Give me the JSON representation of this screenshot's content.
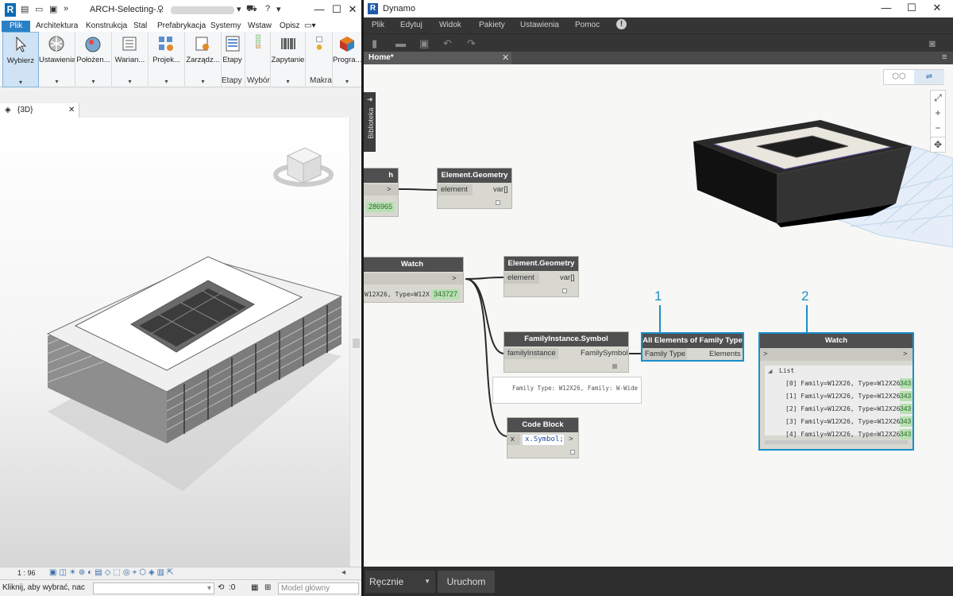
{
  "revit": {
    "title": "ARCH-Selecting-...",
    "menu": [
      "Plik",
      "Architektura",
      "Konstrukcja",
      "Stal",
      "Prefabrykacja",
      "Systemy",
      "Wstaw",
      "Opisz"
    ],
    "tools": [
      "Wybierz",
      "Ustawienia",
      "Położen...",
      "Warian...",
      "Projek...",
      "Zarządz...",
      "Etapy",
      "",
      "Zapytanie",
      "",
      "Progra..."
    ],
    "groups": {
      "etapy": "Etapy",
      "wybor": "Wybór",
      "makra": "Makra"
    },
    "view_tab": {
      "label": "{3D}",
      "close": "✕"
    },
    "scale": "1 : 96",
    "status_text": "Kliknij, aby wybrać, nac",
    "status_zero": ":0",
    "model": "Model główny"
  },
  "dynamo": {
    "title": "Dynamo",
    "menu": [
      "Plik",
      "Edytuj",
      "Widok",
      "Pakiety",
      "Ustawienia",
      "Pomoc"
    ],
    "tab": "Home*",
    "library": "Biblioteka",
    "nodes": {
      "watch_top": {
        "title": "h",
        "out": ">",
        "value": "286965"
      },
      "geom1": {
        "title": "Element.Geometry",
        "in": "element",
        "out": "var[]"
      },
      "watch_mid": {
        "title": "Watch",
        "out": ">",
        "text": "W12X26, Type=W12X26",
        "value": "343727"
      },
      "geom2": {
        "title": "Element.Geometry",
        "in": "element",
        "out": "var[]"
      },
      "symbol": {
        "title": "FamilyInstance.Symbol",
        "in": "familyInstance",
        "out": "FamilySymbol"
      },
      "preview": "Family Type: W12X26, Family: W-Wide",
      "allelems": {
        "title": "All Elements of Family Type",
        "in": "Family Type",
        "out": "Elements"
      },
      "codeblock": {
        "title": "Code Block",
        "in": "x",
        "code": "x.Symbol;",
        "out": ">"
      },
      "watch_right": {
        "title": "Watch",
        "in": ">",
        "out": ">",
        "list_label": "List",
        "items": [
          {
            "text": "[0] Family=W12X26, Type=W12X26",
            "value": "343"
          },
          {
            "text": "[1] Family=W12X26, Type=W12X26",
            "value": "343"
          },
          {
            "text": "[2] Family=W12X26, Type=W12X26",
            "value": "343"
          },
          {
            "text": "[3] Family=W12X26, Type=W12X26",
            "value": "343"
          },
          {
            "text": "[4] Family=W12X26, Type=W12X26",
            "value": "343"
          }
        ]
      }
    },
    "callouts": [
      "1",
      "2"
    ],
    "run_mode": "Ręcznie",
    "run_button": "Uruchom",
    "colors": {
      "accent": "#1a8fc9",
      "revit_blue": "#2a80c6",
      "node_header": "#4f4f4f",
      "value_green": "#b9e0b3"
    }
  }
}
